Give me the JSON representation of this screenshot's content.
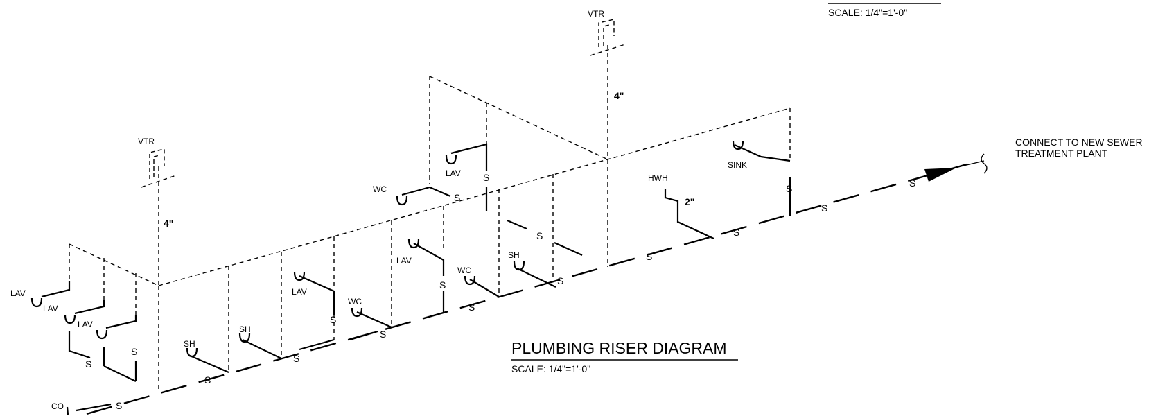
{
  "title": "PLUMBING RISER DIAGRAM",
  "scale": "SCALE: 1/4\"=1'-0\"",
  "top_scale": "SCALE: 1/4\"=1'-0\"",
  "connect_note": [
    "CONNECT TO NEW SEWER",
    "TREATMENT PLANT"
  ],
  "vtr_label": "VTR",
  "pipe_size_4": "4\"",
  "pipe_size_2": "2\"",
  "cleanout": "CO",
  "fixtures": {
    "lav": "LAV",
    "wc": "WC",
    "sh": "SH",
    "sink": "SINK",
    "hwh": "HWH"
  },
  "trap": "S"
}
